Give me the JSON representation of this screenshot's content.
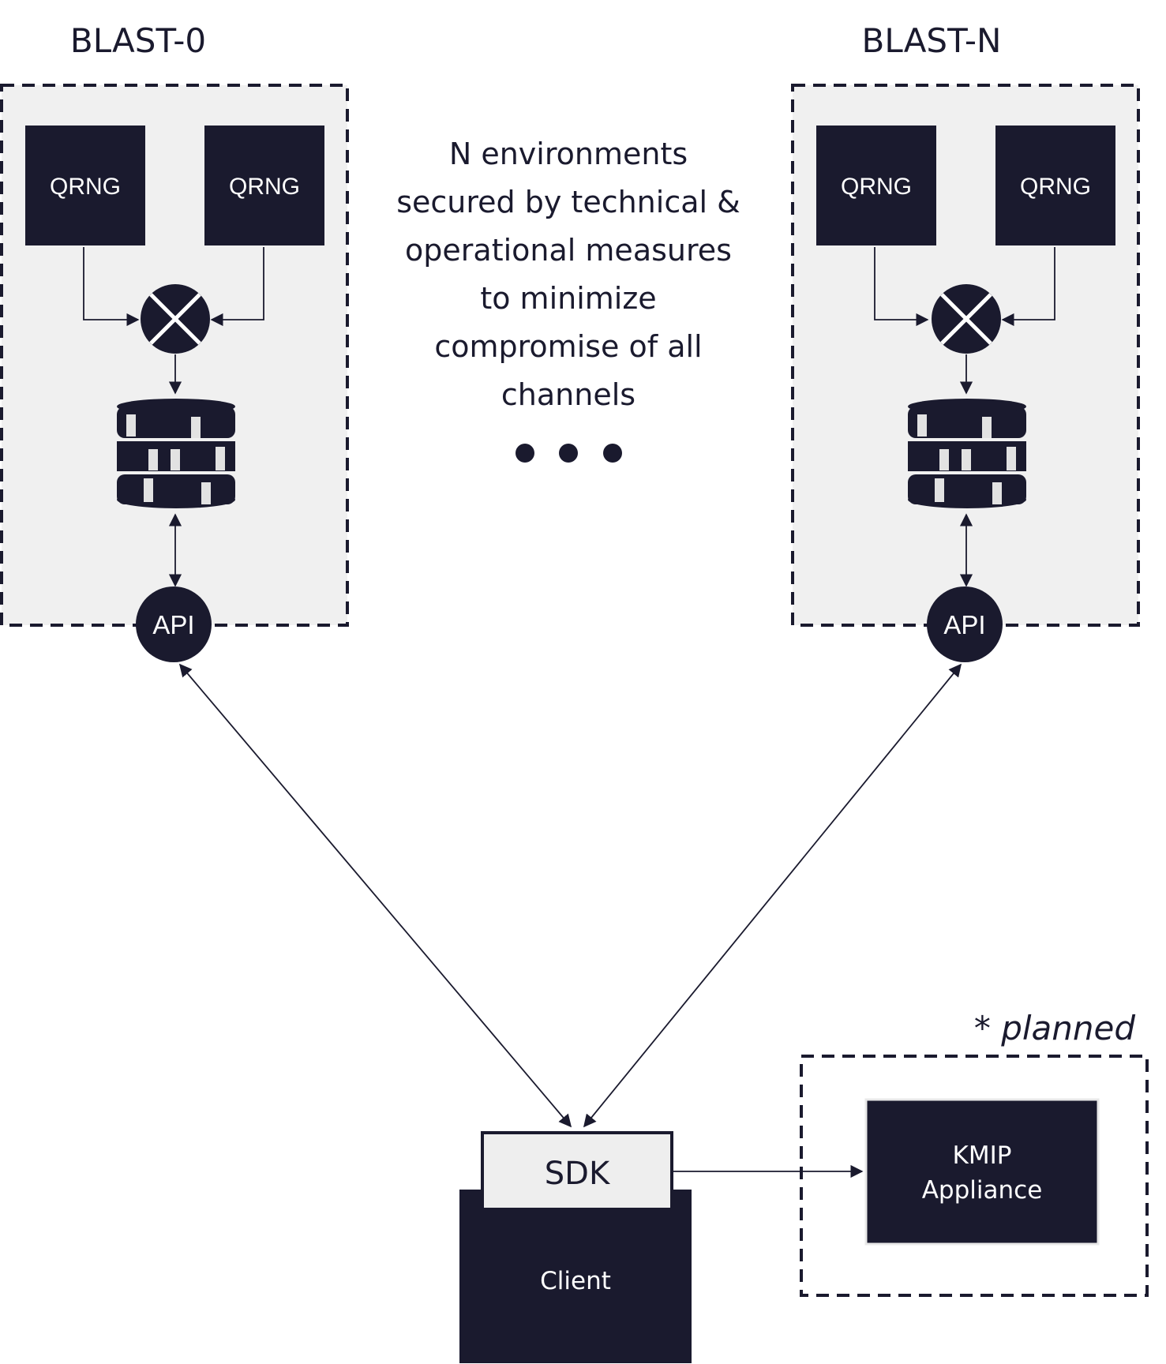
{
  "environments": [
    {
      "title": "BLAST-0",
      "qrng_labels": [
        "QRNG",
        "QRNG"
      ],
      "api_label": "API"
    },
    {
      "title": "BLAST-N",
      "qrng_labels": [
        "QRNG",
        "QRNG"
      ],
      "api_label": "API"
    }
  ],
  "center_note": {
    "lines": [
      "N environments",
      "secured by technical &",
      "operational measures",
      "to minimize",
      "compromise of all",
      "channels"
    ]
  },
  "client": {
    "sdk_label": "SDK",
    "client_label": "Client"
  },
  "planned": {
    "note": "* planned",
    "appliance_lines": [
      "KMIP",
      "Appliance"
    ]
  },
  "colors": {
    "dark": "#1a1a2e",
    "panel": "#f0f0f0",
    "light_box": "#eeeeee"
  },
  "icons": {
    "mixer": "xor-circle-icon",
    "storage": "database-icon",
    "ellipsis": "ellipsis-dots-icon"
  }
}
